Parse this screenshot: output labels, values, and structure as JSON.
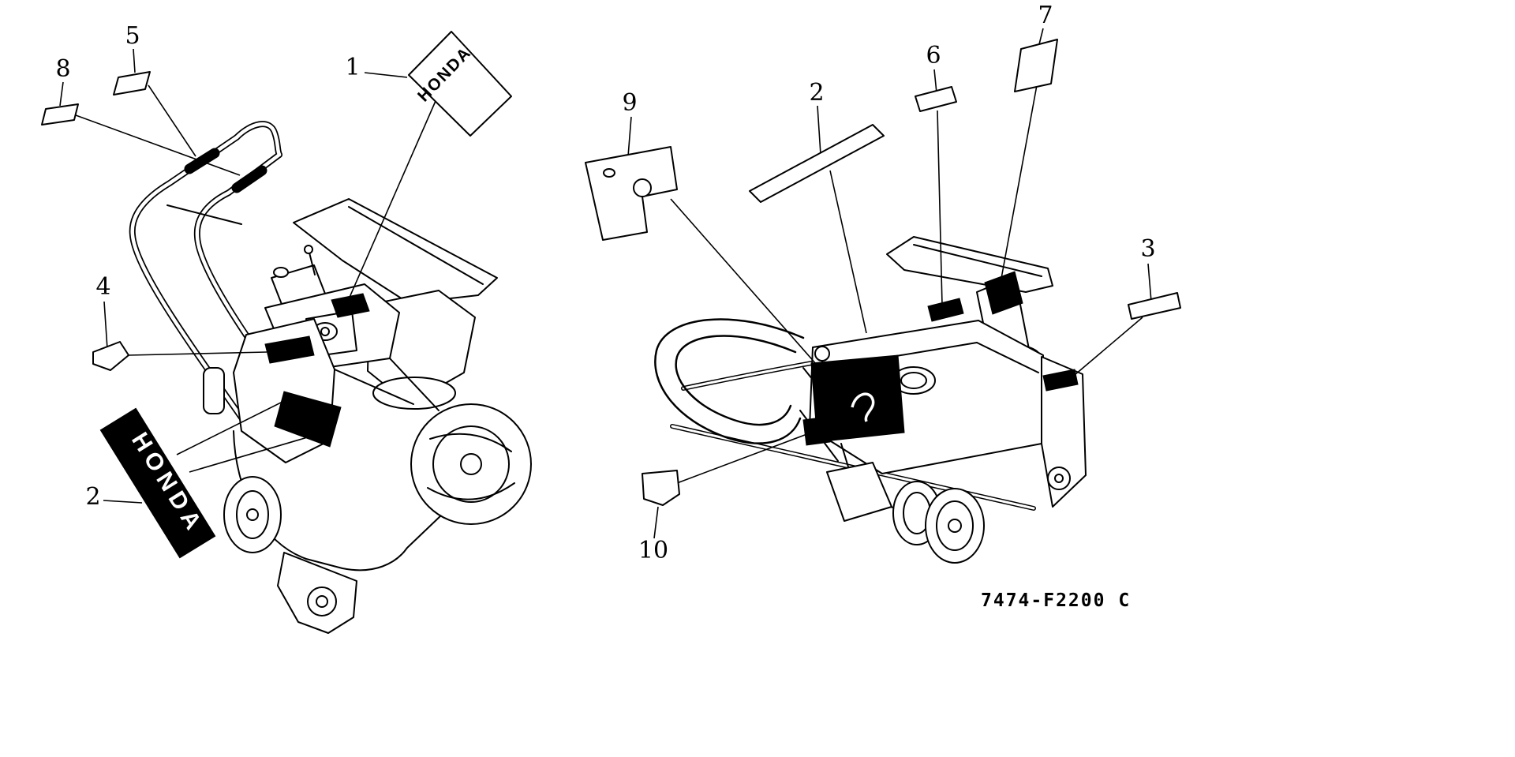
{
  "page": {
    "background_color": "#ffffff",
    "line_color": "#000000",
    "diagram_code": "7474-F2200 C"
  },
  "callouts": {
    "n1": "1",
    "n2_left": "2",
    "n2_right": "2",
    "n3": "3",
    "n4": "4",
    "n5": "5",
    "n6": "6",
    "n7": "7",
    "n8": "8",
    "n9": "9",
    "n10": "10"
  },
  "decals": {
    "honda_sheet_text": "HONDA",
    "honda_badge_text": "HONDA"
  }
}
